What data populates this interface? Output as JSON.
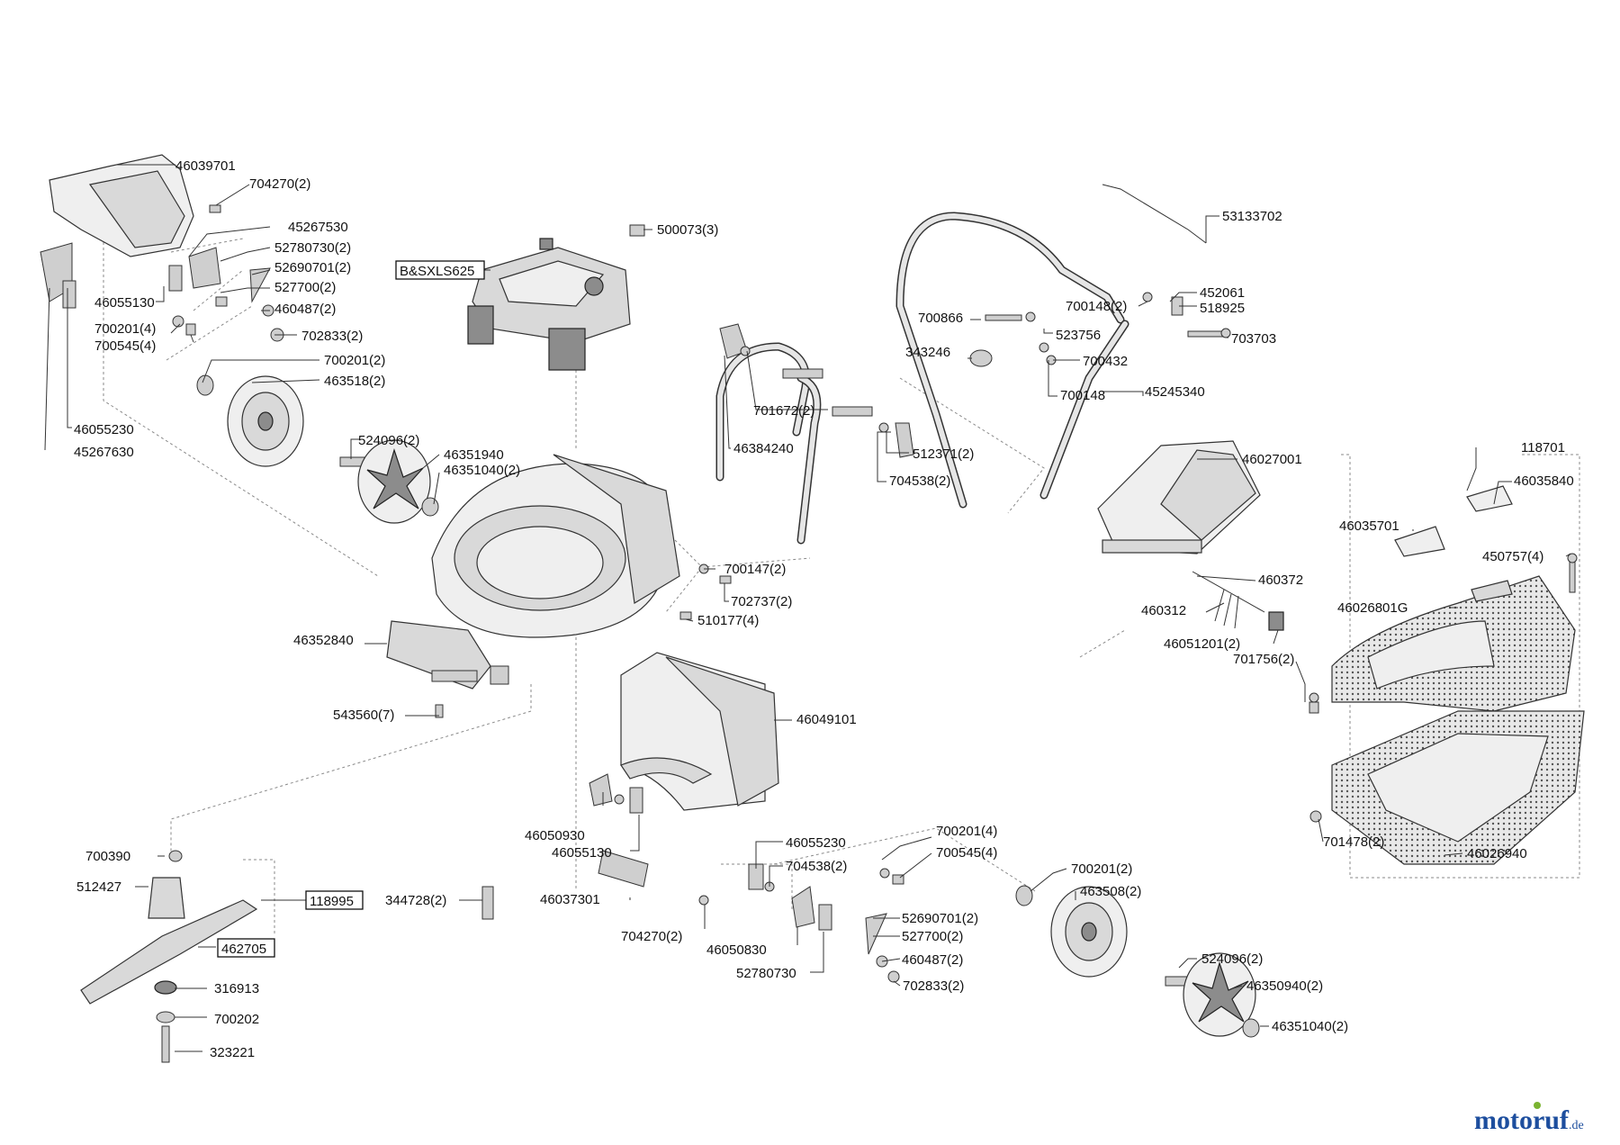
{
  "labels": [
    "46039701",
    "704270(2)",
    "45267530",
    "52780730(2)",
    "52690701(2)",
    "527700(2)",
    "460487(2)",
    "46055130",
    "702833(2)",
    "700201(4)",
    "700545(4)",
    "700201(2)",
    "463518(2)",
    "46055230",
    "45267630",
    "524096(2)",
    "46351940",
    "46351040(2)",
    "B&SXLS625",
    "500073(3)",
    "53133702",
    "452061",
    "700148(2)",
    "518925",
    "700866",
    "523756",
    "703703",
    "343246",
    "700432",
    "700148",
    "45245340",
    "701672(2)",
    "46384240",
    "512371(2)",
    "704538(2)",
    "46027001",
    "118701",
    "46035840",
    "46035701",
    "450757(4)",
    "46026801G",
    "700147(2)",
    "702737(2)",
    "510177(4)",
    "46352840",
    "460372",
    "460312",
    "46051201(2)",
    "701756(2)",
    "543560(7)",
    "46049101",
    "701478(2)",
    "46026940",
    "46050930",
    "46055130",
    "46055230",
    "704538(2)",
    "700201(4)",
    "700545(4)",
    "700390",
    "512427",
    "118995",
    "344728(2)",
    "46037301",
    "700201(2)",
    "463508(2)",
    "52690701(2)",
    "527700(2)",
    "704270(2)",
    "46050830",
    "460487(2)",
    "52780730",
    "462705",
    "702833(2)",
    "316913",
    "524096(2)",
    "46350940(2)",
    "700202",
    "46351040(2)",
    "323221"
  ],
  "logo": {
    "main": "motoruf",
    "suffix": ".de"
  },
  "colors": {
    "ink": "#111111",
    "logo_blue": "#1d4e9e",
    "logo_green": "#7bb431"
  }
}
